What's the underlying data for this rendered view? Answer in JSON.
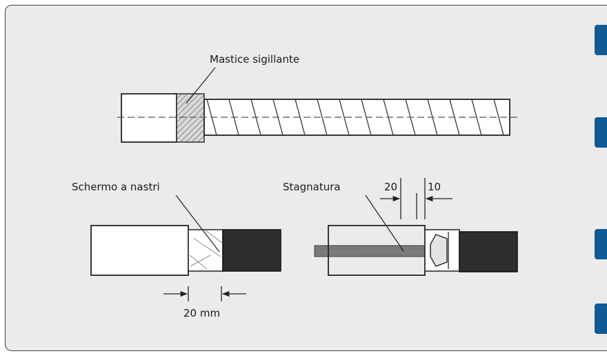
{
  "diagram": {
    "labels": {
      "sealant": "Mastice sigillante",
      "tape_shield": "Schermo a nastri",
      "tinning": "Stagnatura",
      "dim_20mm": "20 mm",
      "dim_20": "20",
      "dim_10": "10"
    },
    "colors": {
      "panel_bg": "#ebebeb",
      "accent_tab": "#0d5a96",
      "jacket_dark": "#2e2e2e",
      "outline": "#222222"
    },
    "step_tabs": [
      "",
      "",
      "",
      ""
    ]
  }
}
